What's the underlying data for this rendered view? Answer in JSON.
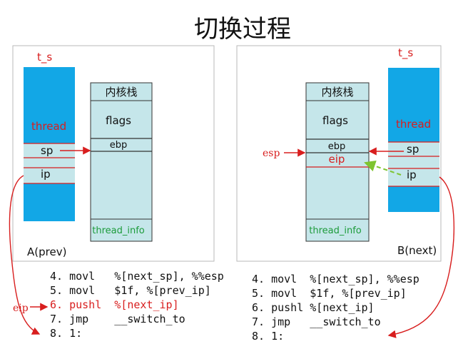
{
  "title": "切换过程",
  "colors": {
    "blue": "#12a7e6",
    "stack": "#c5e6ea",
    "red": "#d81e1e",
    "green": "#1c9b3a",
    "border": "#b9b9b9"
  },
  "left": {
    "ts_label": "t_s",
    "thread_label": "thread",
    "sp_label": "sp",
    "ip_label": "ip",
    "stack_header": "内核栈",
    "flags_label": "flags",
    "ebp_label": "ebp",
    "thread_info_label": "thread_info",
    "caption": "A(prev)"
  },
  "right": {
    "ts_label": "t_s",
    "thread_label": "thread",
    "sp_label": "sp",
    "ip_label": "ip",
    "stack_header": "内核栈",
    "flags_label": "flags",
    "ebp_label": "ebp",
    "eip_label": "eip",
    "esp_label": "esp",
    "thread_info_label": "thread_info",
    "caption": "B(next)"
  },
  "code_left": {
    "eip_marker": "eip",
    "lines": [
      "4. movl   %[next_sp], %%esp",
      "5. movl   $1f, %[prev_ip]",
      "6. pushl  %[next_ip]",
      "7. jmp    __switch_to",
      "8. 1:"
    ],
    "highlight_index": 2
  },
  "code_right": {
    "lines": [
      "4. movl  %[next_sp], %%esp",
      "5. movl  $1f, %[prev_ip]",
      "6. pushl %[next_ip]",
      "7. jmp   __switch_to",
      "8. 1:"
    ]
  }
}
